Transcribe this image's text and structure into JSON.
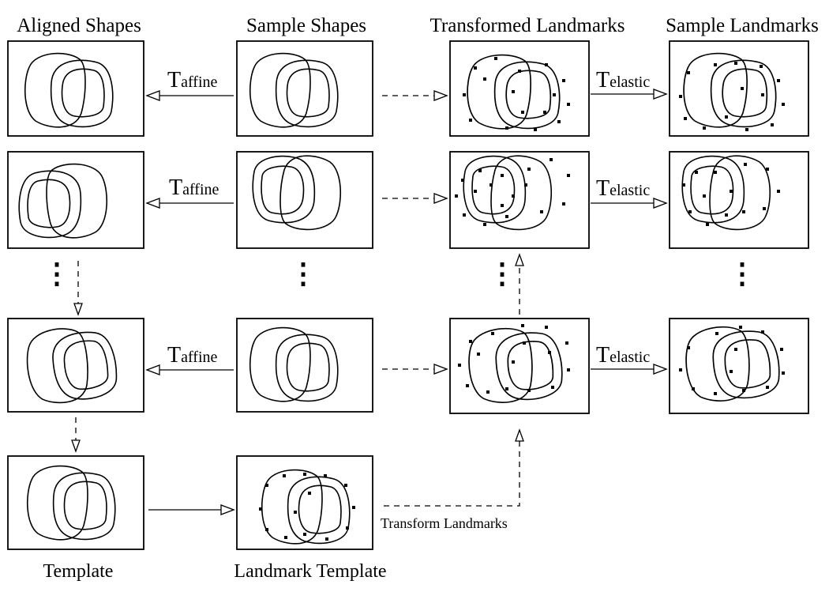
{
  "headers": {
    "aligned_shapes": "Aligned Shapes",
    "sample_shapes": "Sample Shapes",
    "transformed_landmarks": "Transformed Landmarks",
    "sample_landmarks": "Sample Landmarks"
  },
  "captions": {
    "template": "Template",
    "landmark_template": "Landmark Template",
    "transform_landmarks": "Transform Landmarks"
  },
  "transforms": {
    "affine": {
      "base": "T",
      "sub": "affine"
    },
    "elastic": {
      "base": "T",
      "sub": "elastic"
    }
  },
  "ellipsis": "⋮"
}
